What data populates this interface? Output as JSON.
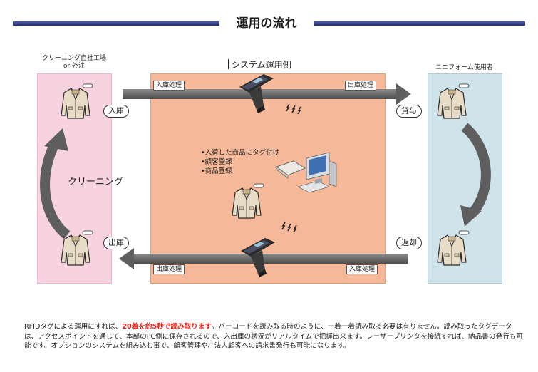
{
  "title": "運用の流れ",
  "headers": {
    "left_line1": "クリーニング自社工場",
    "left_line2": "or 外注",
    "center": "システム運用側",
    "right": "ユニフォーム使用者"
  },
  "tags": {
    "nyuko_shori_top": "入庫処理",
    "shukko_shori_top": "出庫処理",
    "shukko_shori_bottom": "出庫処理",
    "nyuko_shori_bottom": "入庫処理"
  },
  "pills": {
    "nyuko": "入庫",
    "taiyo": "貸与",
    "shukko": "出庫",
    "henkyaku": "返却"
  },
  "center_bullets": [
    "•入荷した商品にタグ付け",
    "•顧客登録",
    "•商品登録"
  ],
  "cleaning_label": "クリーニング",
  "paragraph": {
    "part1": "RFIDタグによる運用にすれば、",
    "highlight": "20着を約5秒で読み取ります",
    "part2": "。バーコードを読み取る時のように、一着一着読み取る必要は有りません。読み取ったタグデータは、アクセスポイントを通じて、本部のPC側に保存されるので、入出庫の状況がリアルタイムで把握出来ます。レーザープリンタを接続すれば、納品書の発行も可能です。オプションのシステムを組み込む事で、顧客管理や、法人顧客への請求書発行も可能になります。"
  },
  "colors": {
    "left_panel": "#f6d3df",
    "center_panel": "#f5b99a",
    "right_panel": "#cfe3ea",
    "arrow": "#5e5e5e",
    "title_bar": "#2e3a84",
    "highlight": "#e8261f"
  }
}
